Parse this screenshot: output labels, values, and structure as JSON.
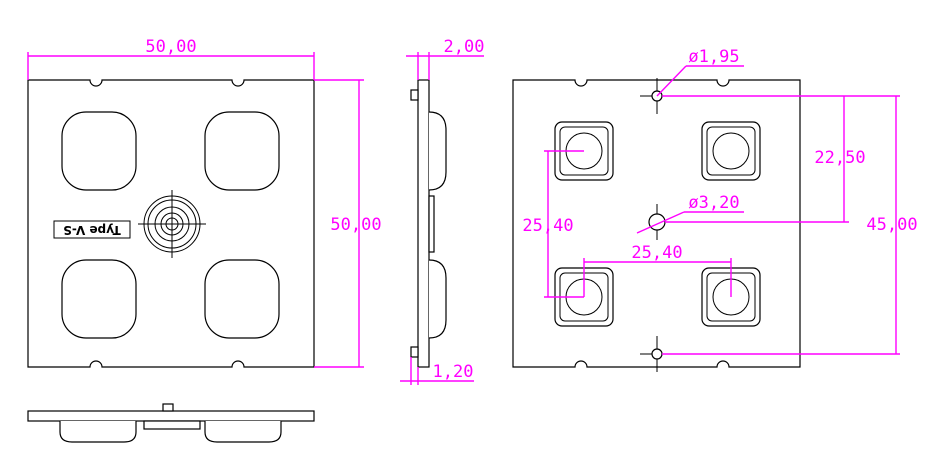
{
  "colors": {
    "dimension": "#ff00ff",
    "outline": "#000000",
    "background": "#ffffff"
  },
  "front_view": {
    "width_dim": "50,00",
    "height_dim": "50,00",
    "label": "Type V-S"
  },
  "side_view": {
    "thickness_dim": "2,00",
    "base_dim": "1,20"
  },
  "back_view": {
    "hole_small_dim": "ø1,95",
    "hole_center_dim": "ø3,20",
    "half_height_dim": "22,50",
    "full_height_dim": "45,00",
    "vertical_pitch_dim": "25,40",
    "horizontal_pitch_dim": "25,40"
  }
}
